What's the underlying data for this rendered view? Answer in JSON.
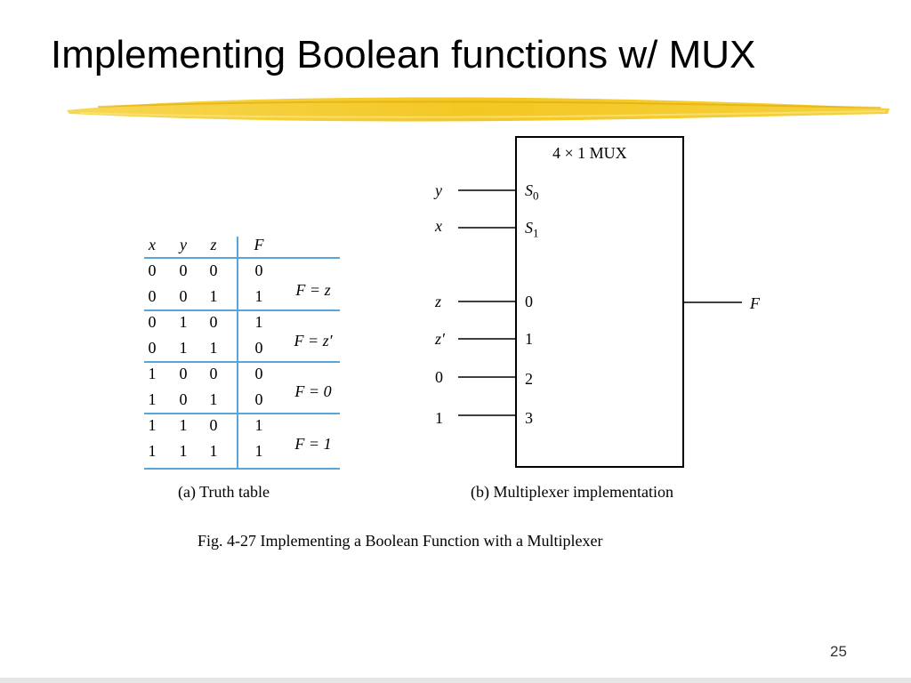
{
  "slide": {
    "title": "Implementing Boolean functions w/ MUX",
    "page_number": "25",
    "accent_color": "#f2c418"
  },
  "truth_table": {
    "headers": [
      "x",
      "y",
      "z",
      "F"
    ],
    "rows": [
      [
        "0",
        "0",
        "0",
        "0"
      ],
      [
        "0",
        "0",
        "1",
        "1"
      ],
      [
        "0",
        "1",
        "0",
        "1"
      ],
      [
        "0",
        "1",
        "1",
        "0"
      ],
      [
        "1",
        "0",
        "0",
        "0"
      ],
      [
        "1",
        "0",
        "1",
        "0"
      ],
      [
        "1",
        "1",
        "0",
        "1"
      ],
      [
        "1",
        "1",
        "1",
        "1"
      ]
    ],
    "groups": [
      "F = z",
      "F = z′",
      "F = 0",
      "F = 1"
    ],
    "caption": "(a) Truth table",
    "rule_color": "#5ba3d9"
  },
  "mux": {
    "title": "4 × 1 MUX",
    "select_inputs": [
      {
        "signal": "y",
        "pin": "S",
        "sub": "0"
      },
      {
        "signal": "x",
        "pin": "S",
        "sub": "1"
      }
    ],
    "data_inputs": [
      {
        "signal": "z",
        "pin": "0"
      },
      {
        "signal": "z′",
        "pin": "1"
      },
      {
        "signal": "0",
        "pin": "2"
      },
      {
        "signal": "1",
        "pin": "3"
      }
    ],
    "output": "F",
    "caption": "(b) Multiplexer implementation"
  },
  "figure_caption": "Fig. 4-27  Implementing a Boolean Function with a Multiplexer"
}
